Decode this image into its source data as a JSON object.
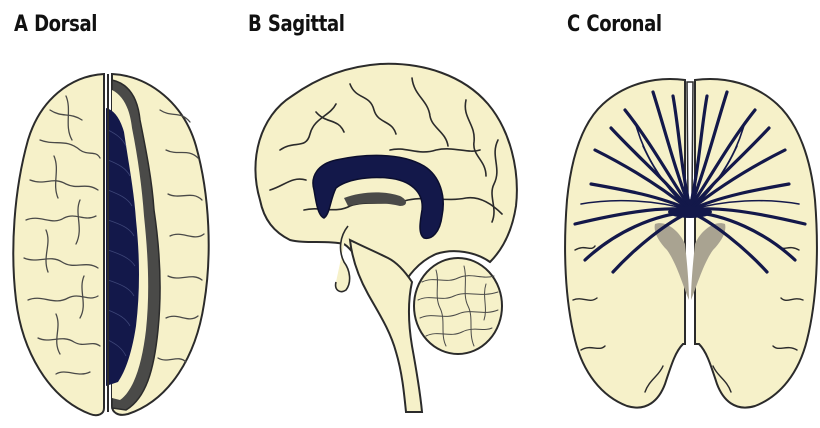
{
  "panels": [
    {
      "letter": "A",
      "title": "Dorsal"
    },
    {
      "letter": "B",
      "title": "Sagittal"
    },
    {
      "letter": "C",
      "title": "Coronal"
    }
  ],
  "colors": {
    "brain_fill": "#f6f1c9",
    "outline": "#2b2b2b",
    "fibers": "#13184a",
    "ventricle_gray": "#a9a391",
    "dark_gray": "#4a4a48"
  }
}
